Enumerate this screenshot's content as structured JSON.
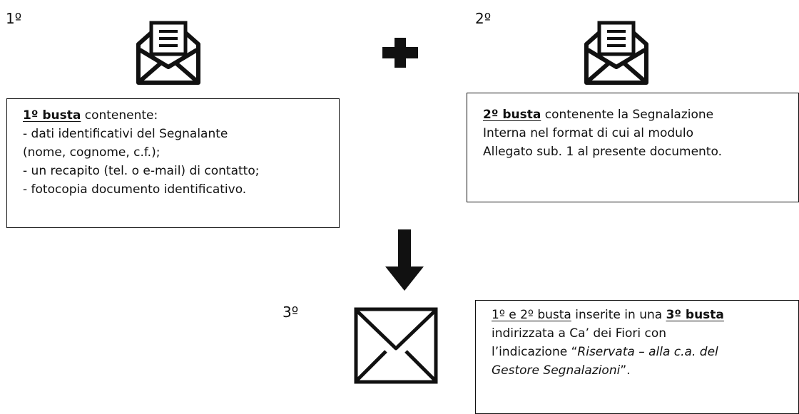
{
  "steps": {
    "first": "1º",
    "second": "2º",
    "third": "3º"
  },
  "box1": {
    "title_bold": "1º busta",
    "title_rest": " contenente:",
    "lines": [
      "- dati identificativi del Segnalante",
      "(nome, cognome, c.f.);",
      "- un recapito (tel. o e-mail) di contatto;",
      "- fotocopia documento identificativo."
    ]
  },
  "box2": {
    "title_bold": "2º busta",
    "line1_rest": " contenente la Segnalazione",
    "line2": "Interna nel format di cui al modulo",
    "line3": "Allegato sub. 1 al presente documento."
  },
  "box3": {
    "underlined": "1º e 2º busta",
    "mid": " inserite in una ",
    "bold_ul": "3º busta",
    "line2": "indirizzata a Ca’ dei Fiori con",
    "line3_start": "l’indicazione “",
    "line3_italic": "Riservata – alla c.a. del",
    "line4_italic": "Gestore Segnalazioni",
    "line4_end": "”."
  },
  "icons": {
    "envelope_open_1": "open-envelope-letter-icon",
    "envelope_open_2": "open-envelope-letter-icon",
    "envelope_closed": "closed-envelope-icon",
    "plus": "plus-icon",
    "arrow": "arrow-down-icon"
  },
  "colors": {
    "ink": "#111111",
    "background": "#ffffff"
  }
}
